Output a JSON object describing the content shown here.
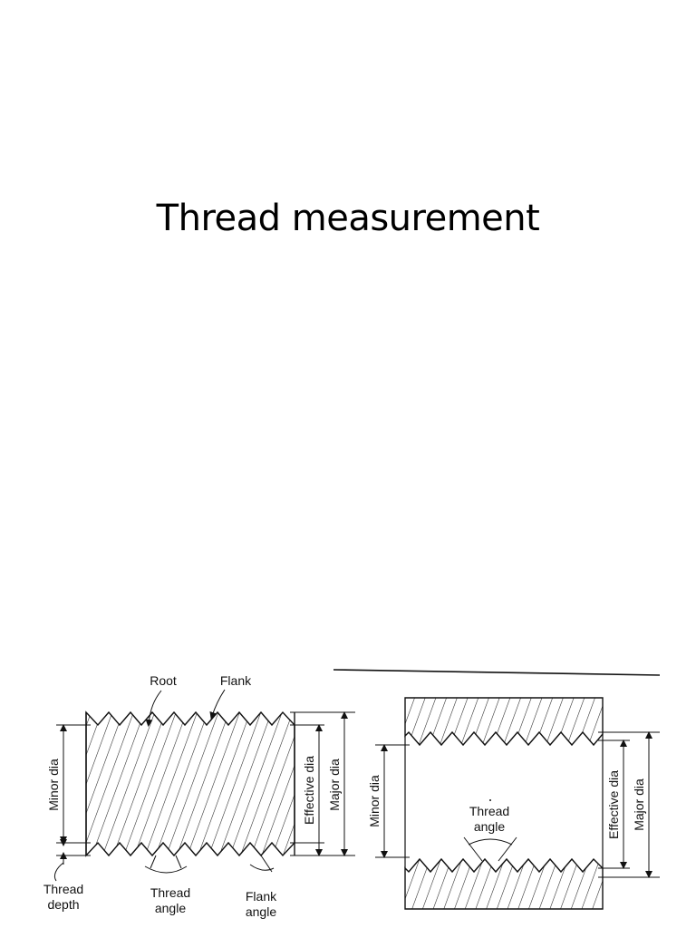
{
  "title": "Thread measurement",
  "external": {
    "root": "Root",
    "flank": "Flank",
    "minor_dia": "Minor dia",
    "effective_dia": "Effective dia",
    "major_dia": "Major dia",
    "thread_depth_1": "Thread",
    "thread_depth_2": "depth",
    "thread_angle_1": "Thread",
    "thread_angle_2": "angle",
    "flank_angle_1": "Flank",
    "flank_angle_2": "angle"
  },
  "internal": {
    "minor_dia": "Minor dia",
    "effective_dia": "Effective dia",
    "major_dia": "Major dia",
    "thread_angle_1": "Thread",
    "thread_angle_2": "angle"
  }
}
